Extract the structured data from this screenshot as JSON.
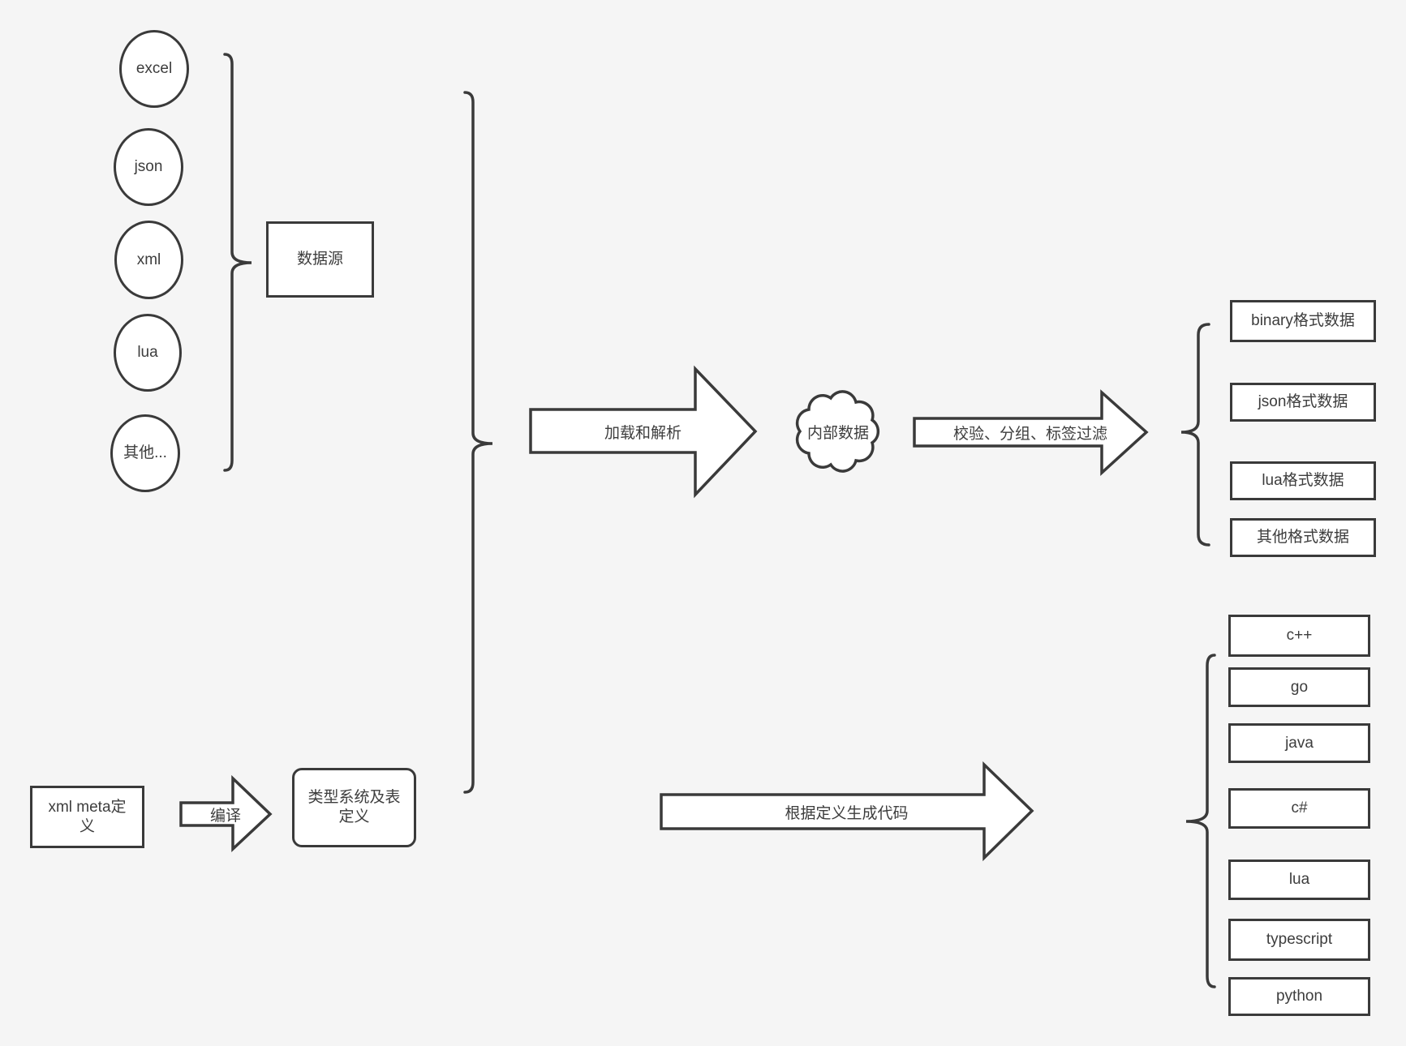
{
  "colors": {
    "background": "#f5f5f5",
    "stroke": "#3a3a3a",
    "shape_fill": "#ffffff",
    "text": "#3d3d3d"
  },
  "sources": {
    "items": [
      "excel",
      "json",
      "xml",
      "lua",
      "其他..."
    ],
    "group_label": "数据源"
  },
  "pipeline": {
    "load_arrow_label": "加载和解析",
    "internal_data_label": "内部数据",
    "filter_arrow_label": "校验、分组、标签过滤",
    "compile_arrow_label": "编译",
    "generate_arrow_label": "根据定义生成代码"
  },
  "definitions": {
    "xml_meta_label": "xml meta定义",
    "type_system_label": "类型系统及表定义"
  },
  "output_formats": [
    "binary格式数据",
    "json格式数据",
    "lua格式数据",
    "其他格式数据"
  ],
  "languages": [
    "c++",
    "go",
    "java",
    "c#",
    "lua",
    "typescript",
    "python"
  ]
}
